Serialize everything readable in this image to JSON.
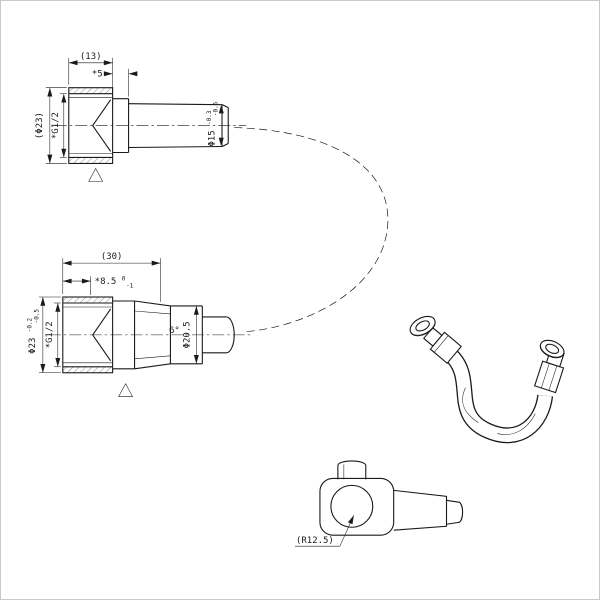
{
  "colors": {
    "background": "#ffffff",
    "line": "#1a1a1a"
  },
  "views": {
    "fitting_a": {
      "dims": {
        "nut_length": "(13)",
        "collar_length": "*5",
        "outer_dia": "(Φ23)",
        "thread_spec": "*G1/2",
        "tube_dia": {
          "main": "Φ15",
          "upper": "-0.3",
          "lower": "-0.5"
        }
      }
    },
    "fitting_b": {
      "dims": {
        "overall_length": "(30)",
        "thread_depth": {
          "main": "*8.5",
          "upper": "0",
          "lower": "-1"
        },
        "outer_dia": {
          "main": "Φ23",
          "upper": "-0.2",
          "lower": "-0.5"
        },
        "thread_spec": "*G1/2",
        "taper_angle": "6°",
        "body_dia": "Φ20.5"
      }
    },
    "elbow": {
      "dims": {
        "radius": "(R12.5)"
      }
    }
  }
}
